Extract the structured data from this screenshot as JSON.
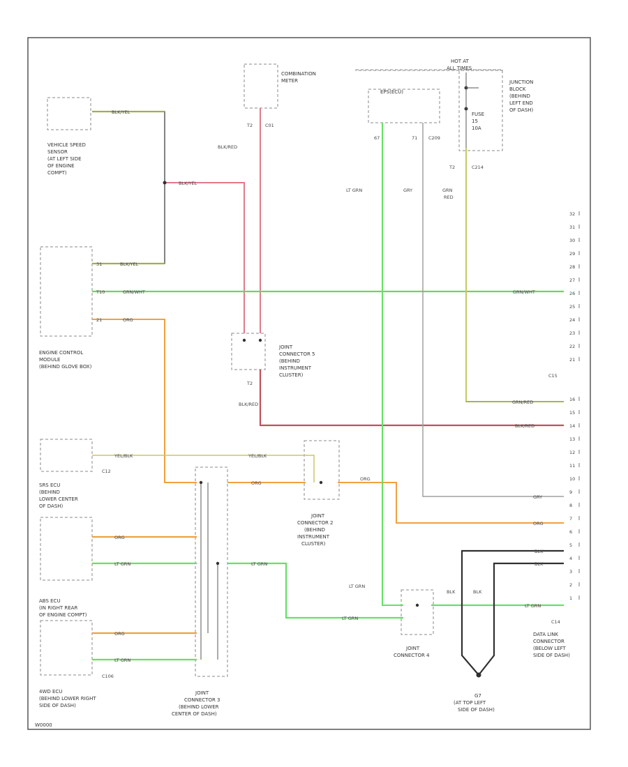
{
  "colors": {
    "BLK_YEL": "#b9c850",
    "BLK_RED": "#c0505a",
    "GRN_WHT": "#66d866",
    "ORG": "#f0a040",
    "YEL_BLK": "#c8c860",
    "LT_GRN": "#66e066",
    "GRY": "#a0a0a0",
    "GRN_RED": "#7fa33a",
    "BLK": "#303030",
    "PINK": "#e07a8a"
  },
  "components": {
    "combination_meter": [
      "COMBINATION",
      "METER"
    ],
    "junction_block": [
      "JUNCTION",
      "BLOCK",
      "(BEHIND",
      "LEFT END",
      "OF DASH)"
    ],
    "hot_at": [
      "HOT AT",
      "ALL TIMES"
    ],
    "fuse": [
      "FUSE",
      "15",
      "10A"
    ],
    "ecu_box": "EPS(ECU)",
    "vss": [
      "VEHICLE SPEED",
      "SENSOR",
      "(AT LEFT SIDE",
      "OF ENGINE",
      "COMPT)"
    ],
    "ecm": [
      "ENGINE CONTROL",
      "MODULE",
      "(BEHIND GLOVE BOX)"
    ],
    "jc5": [
      "JOINT",
      "CONNECTOR 5",
      "(BEHIND",
      "INSTRUMENT",
      "CLUSTER)"
    ],
    "srs": [
      "SRS ECU",
      "(BEHIND",
      "LOWER CENTER",
      "OF DASH)"
    ],
    "abs": [
      "ABS ECU",
      "(IN RIGHT REAR",
      "OF ENGINE COMPT)"
    ],
    "4wd": [
      "4WD ECU",
      "(BEHIND LOWER RIGHT",
      "SIDE OF DASH)"
    ],
    "jc3": [
      "JOINT",
      "CONNECTOR 3",
      "(BEHIND LOWER",
      "CENTER OF DASH)"
    ],
    "jc2": [
      "JOINT",
      "CONNECTOR 2",
      "(BEHIND",
      "INSTRUMENT",
      "CLUSTER)"
    ],
    "jc4": [
      "JOINT",
      "CONNECTOR 4"
    ],
    "ground": [
      "G7",
      "(AT TOP LEFT",
      "SIDE OF DASH)"
    ],
    "dlc": [
      "DATA LINK",
      "CONNECTOR",
      "(BELOW LEFT",
      "SIDE OF DASH)"
    ]
  },
  "connectors": {
    "c01": "C01",
    "c214": "C214",
    "c209": "C209",
    "c15": "C15",
    "c12": "C12",
    "c106": "C106",
    "c14": "C14"
  },
  "wire_labels": {
    "blk_yel": "BLK/YEL",
    "blk_red": "BLK/RED",
    "grn_wht": "GRN/WHT",
    "org": "ORG",
    "yel_blk": "YEL/BLK",
    "lt_grn": "LT GRN",
    "gry": "GRY",
    "grn_red": "GRN/RED",
    "grn": "GRN",
    "red": "RED",
    "blk": "BLK"
  },
  "dlc_pins": [
    "32",
    "31",
    "30",
    "29",
    "28",
    "27",
    "26",
    "25",
    "24",
    "23",
    "22",
    "21",
    "",
    "",
    "16",
    "15",
    "14",
    "13",
    "12",
    "11",
    "10",
    "9",
    "8",
    "7",
    "6",
    "5",
    "4",
    "3",
    "2",
    "1"
  ],
  "pins": {
    "t2": "T2",
    "p7": "7",
    "p67": "67",
    "p71": "71",
    "p8": "8",
    "p22": "22",
    "p11": "11",
    "p6": "6",
    "p2": "2",
    "p3": "3"
  },
  "ecm_pins": [
    "31",
    "T10",
    "21"
  ],
  "footer_code": "W0000"
}
